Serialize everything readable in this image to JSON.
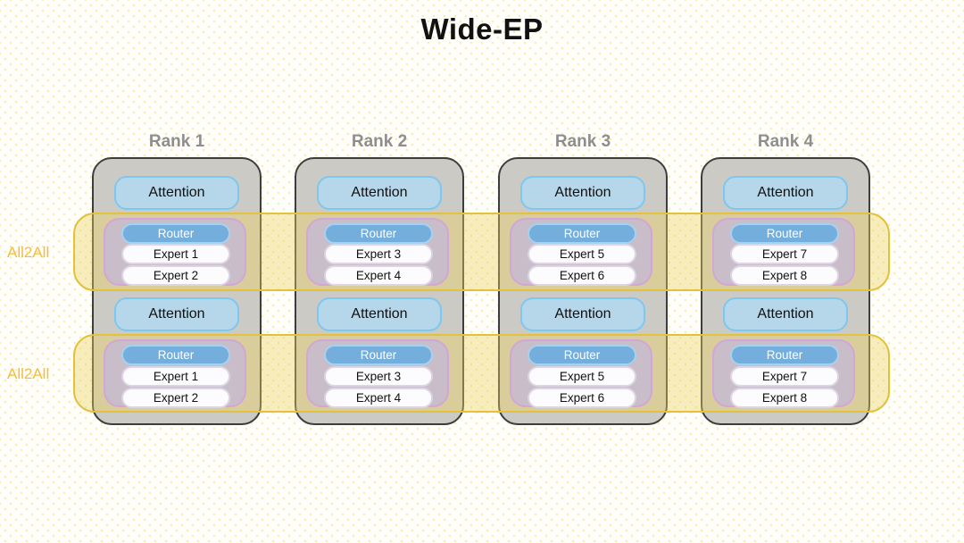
{
  "title": "Wide-EP",
  "bands": [
    {
      "label": "All2All"
    },
    {
      "label": "All2All"
    }
  ],
  "ranks": [
    {
      "name": "Rank 1",
      "rows": [
        {
          "attention_label": "Attention",
          "router_label": "Router",
          "experts": [
            "Expert 1",
            "Expert 2"
          ]
        },
        {
          "attention_label": "Attention",
          "router_label": "Router",
          "experts": [
            "Expert 1",
            "Expert 2"
          ]
        }
      ]
    },
    {
      "name": "Rank 2",
      "rows": [
        {
          "attention_label": "Attention",
          "router_label": "Router",
          "experts": [
            "Expert 3",
            "Expert 4"
          ]
        },
        {
          "attention_label": "Attention",
          "router_label": "Router",
          "experts": [
            "Expert 3",
            "Expert 4"
          ]
        }
      ]
    },
    {
      "name": "Rank 3",
      "rows": [
        {
          "attention_label": "Attention",
          "router_label": "Router",
          "experts": [
            "Expert 5",
            "Expert 6"
          ]
        },
        {
          "attention_label": "Attention",
          "router_label": "Router",
          "experts": [
            "Expert 5",
            "Expert 6"
          ]
        }
      ]
    },
    {
      "name": "Rank 4",
      "rows": [
        {
          "attention_label": "Attention",
          "router_label": "Router",
          "experts": [
            "Expert 7",
            "Expert 8"
          ]
        },
        {
          "attention_label": "Attention",
          "router_label": "Router",
          "experts": [
            "Expert 7",
            "Expert 8"
          ]
        }
      ]
    }
  ],
  "colors": {
    "card_fill": "#cbcac4",
    "card_stroke": "#3d3d3b",
    "rank_label": "#8e8e8c",
    "attention_fill": "#b6d7e9",
    "attention_stroke": "#7ec7f1",
    "moe_group_fill": "#c8bdc9",
    "moe_group_stroke": "#d2a6d7",
    "router_fill": "#74aedd",
    "router_stroke": "#a8d1ee",
    "expert_fill": "#fcfbfd",
    "band_fill": "rgba(236,210,95,0.40)",
    "band_stroke": "#e2c23c",
    "all2all_text": "#f5bd3f"
  }
}
